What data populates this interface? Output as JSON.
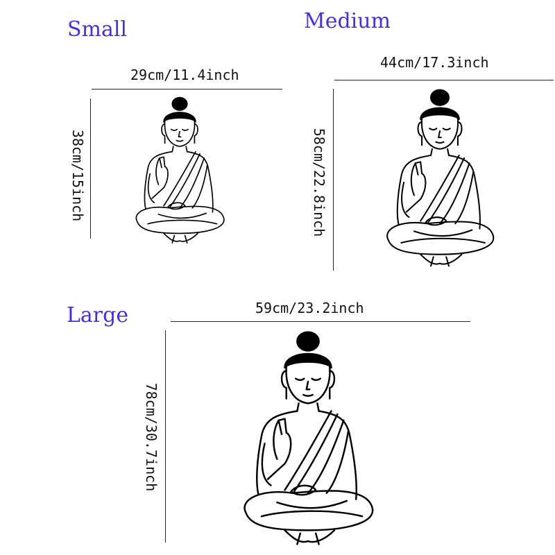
{
  "colors": {
    "size_label": "#4a2fd3",
    "line": "#111111",
    "figure": "#000000"
  },
  "icons": {
    "figure": "buddha-figure-icon"
  },
  "variants": {
    "small": {
      "label": "Small",
      "width_text": "29cm/11.4inch",
      "height_text": "38cm/15inch"
    },
    "medium": {
      "label": "Medium",
      "width_text": "44cm/17.3inch",
      "height_text": "58cm/22.8inch"
    },
    "large": {
      "label": "Large",
      "width_text": "59cm/23.2inch",
      "height_text": "78cm/30.7inch"
    }
  }
}
